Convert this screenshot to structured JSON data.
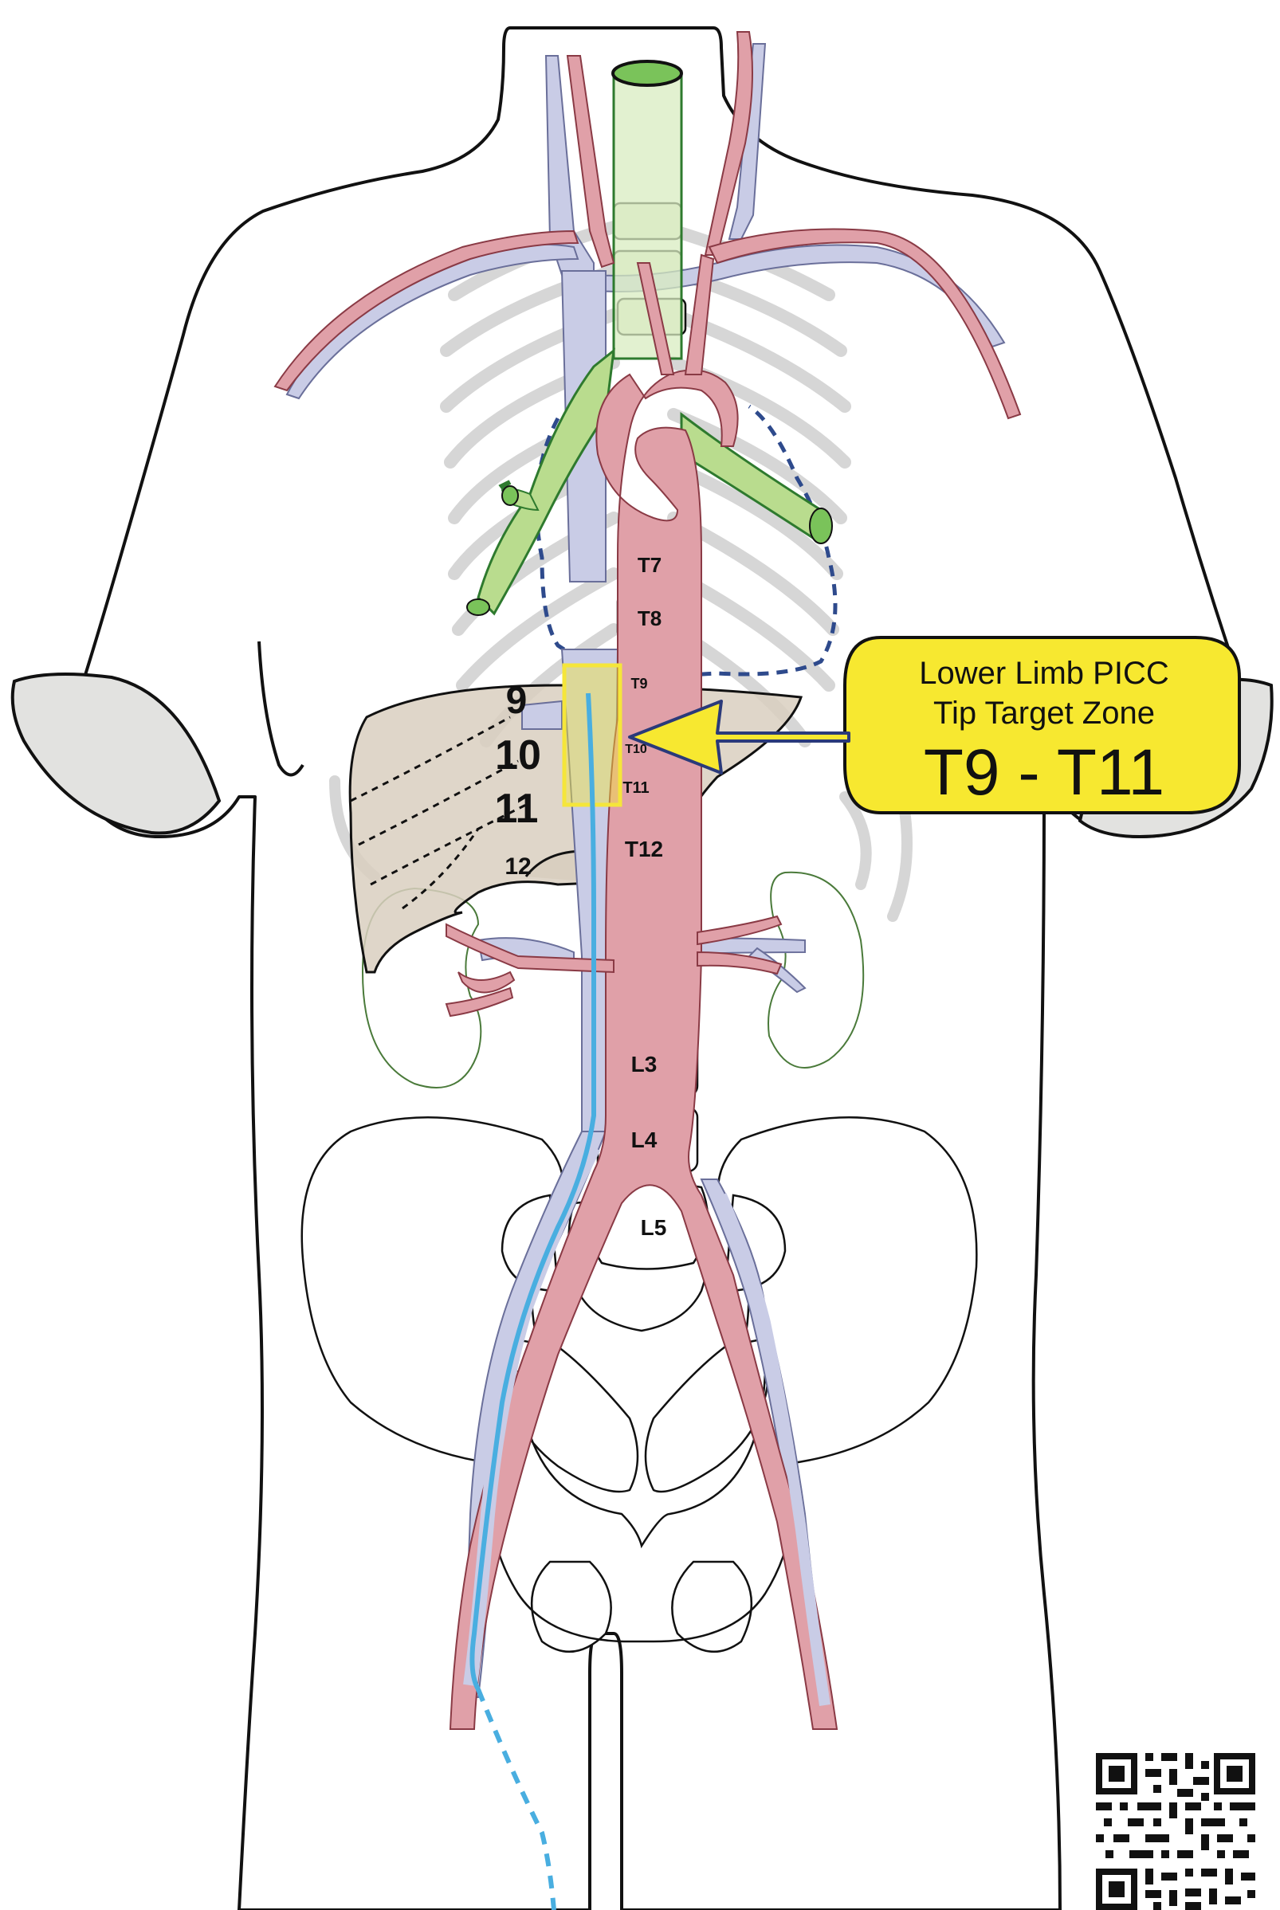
{
  "vertebrae": {
    "t7": "T7",
    "t8": "T8",
    "t9": "T9",
    "t10": "T10",
    "t11": "T11",
    "t12": "T12",
    "l3": "L3",
    "l4": "L4",
    "l5": "L5"
  },
  "ribs": {
    "r9": "9",
    "r10": "10",
    "r11": "11",
    "r12": "12"
  },
  "callout": {
    "line1": "Lower Limb PICC",
    "line2": "Tip Target Zone",
    "line3": "T9 - T11"
  },
  "colors": {
    "artery": "#e0a0a8",
    "vein": "#c9cce6",
    "trachea": "#d8ecc0",
    "liver": "#d9cfc0",
    "highlight": "#f5e63a",
    "catheter": "#49aee0",
    "heart_outline": "#2e4a8c"
  },
  "icons": {
    "qr": "qr-code-icon"
  }
}
